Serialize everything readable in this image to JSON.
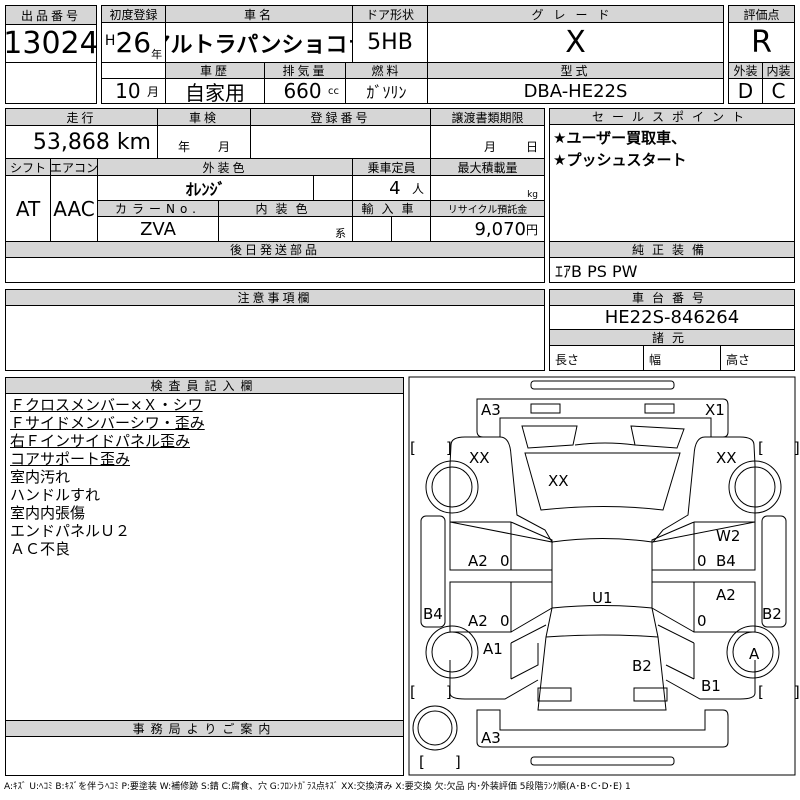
{
  "lot": {
    "label": "出品番号",
    "value": "13024"
  },
  "first_reg": {
    "label": "初度登録",
    "era": "H",
    "year": "26",
    "year_unit": "年",
    "month": "10",
    "month_unit": "月"
  },
  "car_name": {
    "label": "車名",
    "value": "アルトラパンショコラ"
  },
  "door": {
    "label": "ドア形状",
    "value": "5HB"
  },
  "grade": {
    "label": "グレード",
    "value": "X"
  },
  "history": {
    "label": "車歴",
    "value": "自家用"
  },
  "displacement": {
    "label": "排気量",
    "value": "660",
    "unit": "cc"
  },
  "fuel": {
    "label": "燃料",
    "value": "ｶﾞｿﾘﾝ"
  },
  "model": {
    "label": "型式",
    "value": "DBA-HE22S"
  },
  "score": {
    "label": "評価点",
    "value": "R",
    "ext_label": "外装",
    "ext": "D",
    "int_label": "内装",
    "int": "C"
  },
  "mileage": {
    "label": "走行",
    "value": "53,868 km"
  },
  "inspection": {
    "label": "車検",
    "year_unit": "年",
    "month_unit": "月"
  },
  "plate": {
    "label": "登録番号"
  },
  "transfer": {
    "label": "譲渡書類期限",
    "month_unit": "月",
    "day_unit": "日"
  },
  "shift": {
    "label": "シフト",
    "value": "AT"
  },
  "ac": {
    "label": "エアコン",
    "value": "AAC"
  },
  "ext_color": {
    "label": "外装色",
    "value": "ｵﾚﾝｼﾞ"
  },
  "capacity": {
    "label": "乗車定員",
    "value": "4",
    "unit": "人"
  },
  "max_load": {
    "label": "最大積載量",
    "unit": "kg"
  },
  "color_no": {
    "label": "カラーNo.",
    "value": "ZVA"
  },
  "int_color": {
    "label": "内装色",
    "unit": "系"
  },
  "import": {
    "label": "輸入車"
  },
  "recycle": {
    "label": "リサイクル預託金",
    "value": "9,070",
    "unit": "円"
  },
  "later_parts": {
    "label": "後日発送部品"
  },
  "sales_points": {
    "label": "セールスポイント",
    "items": [
      "★ユーザー買取車、",
      "★プッシュスタート"
    ]
  },
  "equipment": {
    "label": "純正装備",
    "value": "ｴｱB PS PW"
  },
  "caution": {
    "label": "注意事項欄"
  },
  "chassis": {
    "label": "車台番号",
    "value": "HE22S-846264"
  },
  "specs": {
    "label": "諸元",
    "length": "長さ",
    "width": "幅",
    "height": "高さ"
  },
  "inspector": {
    "label": "検査員記入欄",
    "lines": [
      "Ｆクロスメンバー×Ｘ・シワ",
      "Ｆサイドメンバーシワ・歪み",
      "右Ｆインサイドパネル歪み",
      "コアサポート歪み",
      "室内汚れ",
      "ハンドルすれ",
      "室内内張傷",
      "エンドパネルＵ２",
      "ＡＣ不良"
    ]
  },
  "office": {
    "label": "事務局よりご案内"
  },
  "diagram": {
    "marks": {
      "front_bumper_left": "A3",
      "front_bumper_right": "X1",
      "fender_fl": "XX",
      "hood": "XX",
      "fender_fr": "XX",
      "door_fr_1": "W2",
      "door_fr_2": "B4",
      "door_fl": "A2",
      "door_rl": "A2",
      "door_rr": "A2",
      "roof": "U1",
      "sill_left": "B4",
      "sill_right": "B2",
      "quarter_left": "A1",
      "wheel_rr": "A",
      "trunk": "B2",
      "quarter_right": "B1",
      "rear_bumper": "A3"
    },
    "zero": "0",
    "bracket": "[　　]"
  },
  "legend": "A:ｷｽﾞ U:ﾍｺﾐ B:ｷｽﾞを伴うﾍｺﾐ P:要塗装 W:補修跡 S:錆 C:腐食、穴 G:ﾌﾛﾝﾄｶﾞﾗｽ点ｷｽﾞ XX:交換済み X:要交換 欠:欠品 内･外装評価 5段階ﾗﾝｸ順(A･B･C･D･E) 1"
}
